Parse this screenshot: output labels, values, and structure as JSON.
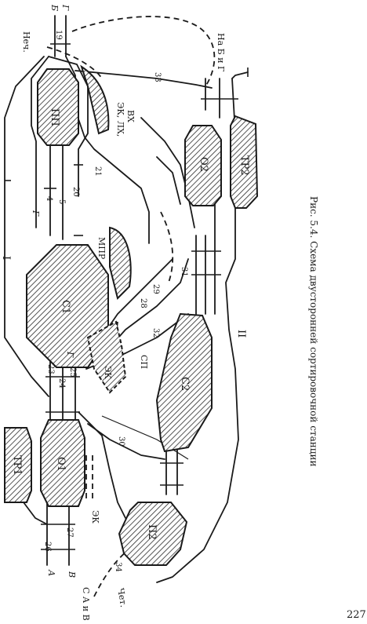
{
  "caption": "Рис. 5.4. Схема двусторонней сортировочной станции",
  "page_number": "227",
  "yards": {
    "pp1": "ПП",
    "o1": "О1",
    "s1": "С1",
    "tr1": "ТР1",
    "pp2": "П2",
    "s2": "С2",
    "o2": "О2",
    "tr2": "ТР2"
  },
  "facilities": {
    "ek_lh_vh": [
      "ЭК, ЛХ,",
      "ВХ"
    ],
    "mpr": "МПР",
    "ek_mid": "ЭК",
    "ek_low": "ЭК",
    "sp": "СП"
  },
  "directions": {
    "b_top": "Б",
    "g_top": "Г",
    "nech": "Неч.",
    "na_b_i_g": "На Б и Г",
    "a": "А",
    "v": "В",
    "s_a_i_v": "С А и В",
    "chet": "Чет.",
    "g_mid": "Г",
    "g_lower": "Г"
  },
  "tracks": {
    "t_i": "I",
    "t_ii": "II",
    "t4": "4",
    "t5": "5",
    "t19": "19",
    "t20": "20",
    "t21": "21",
    "t23": "23",
    "t24": "24",
    "t25": "25",
    "t26": "26",
    "t27": "27",
    "t28": "28",
    "t29": "29",
    "t30": "30",
    "t31": "31",
    "t32": "32",
    "t33": "33",
    "t34": "34"
  }
}
